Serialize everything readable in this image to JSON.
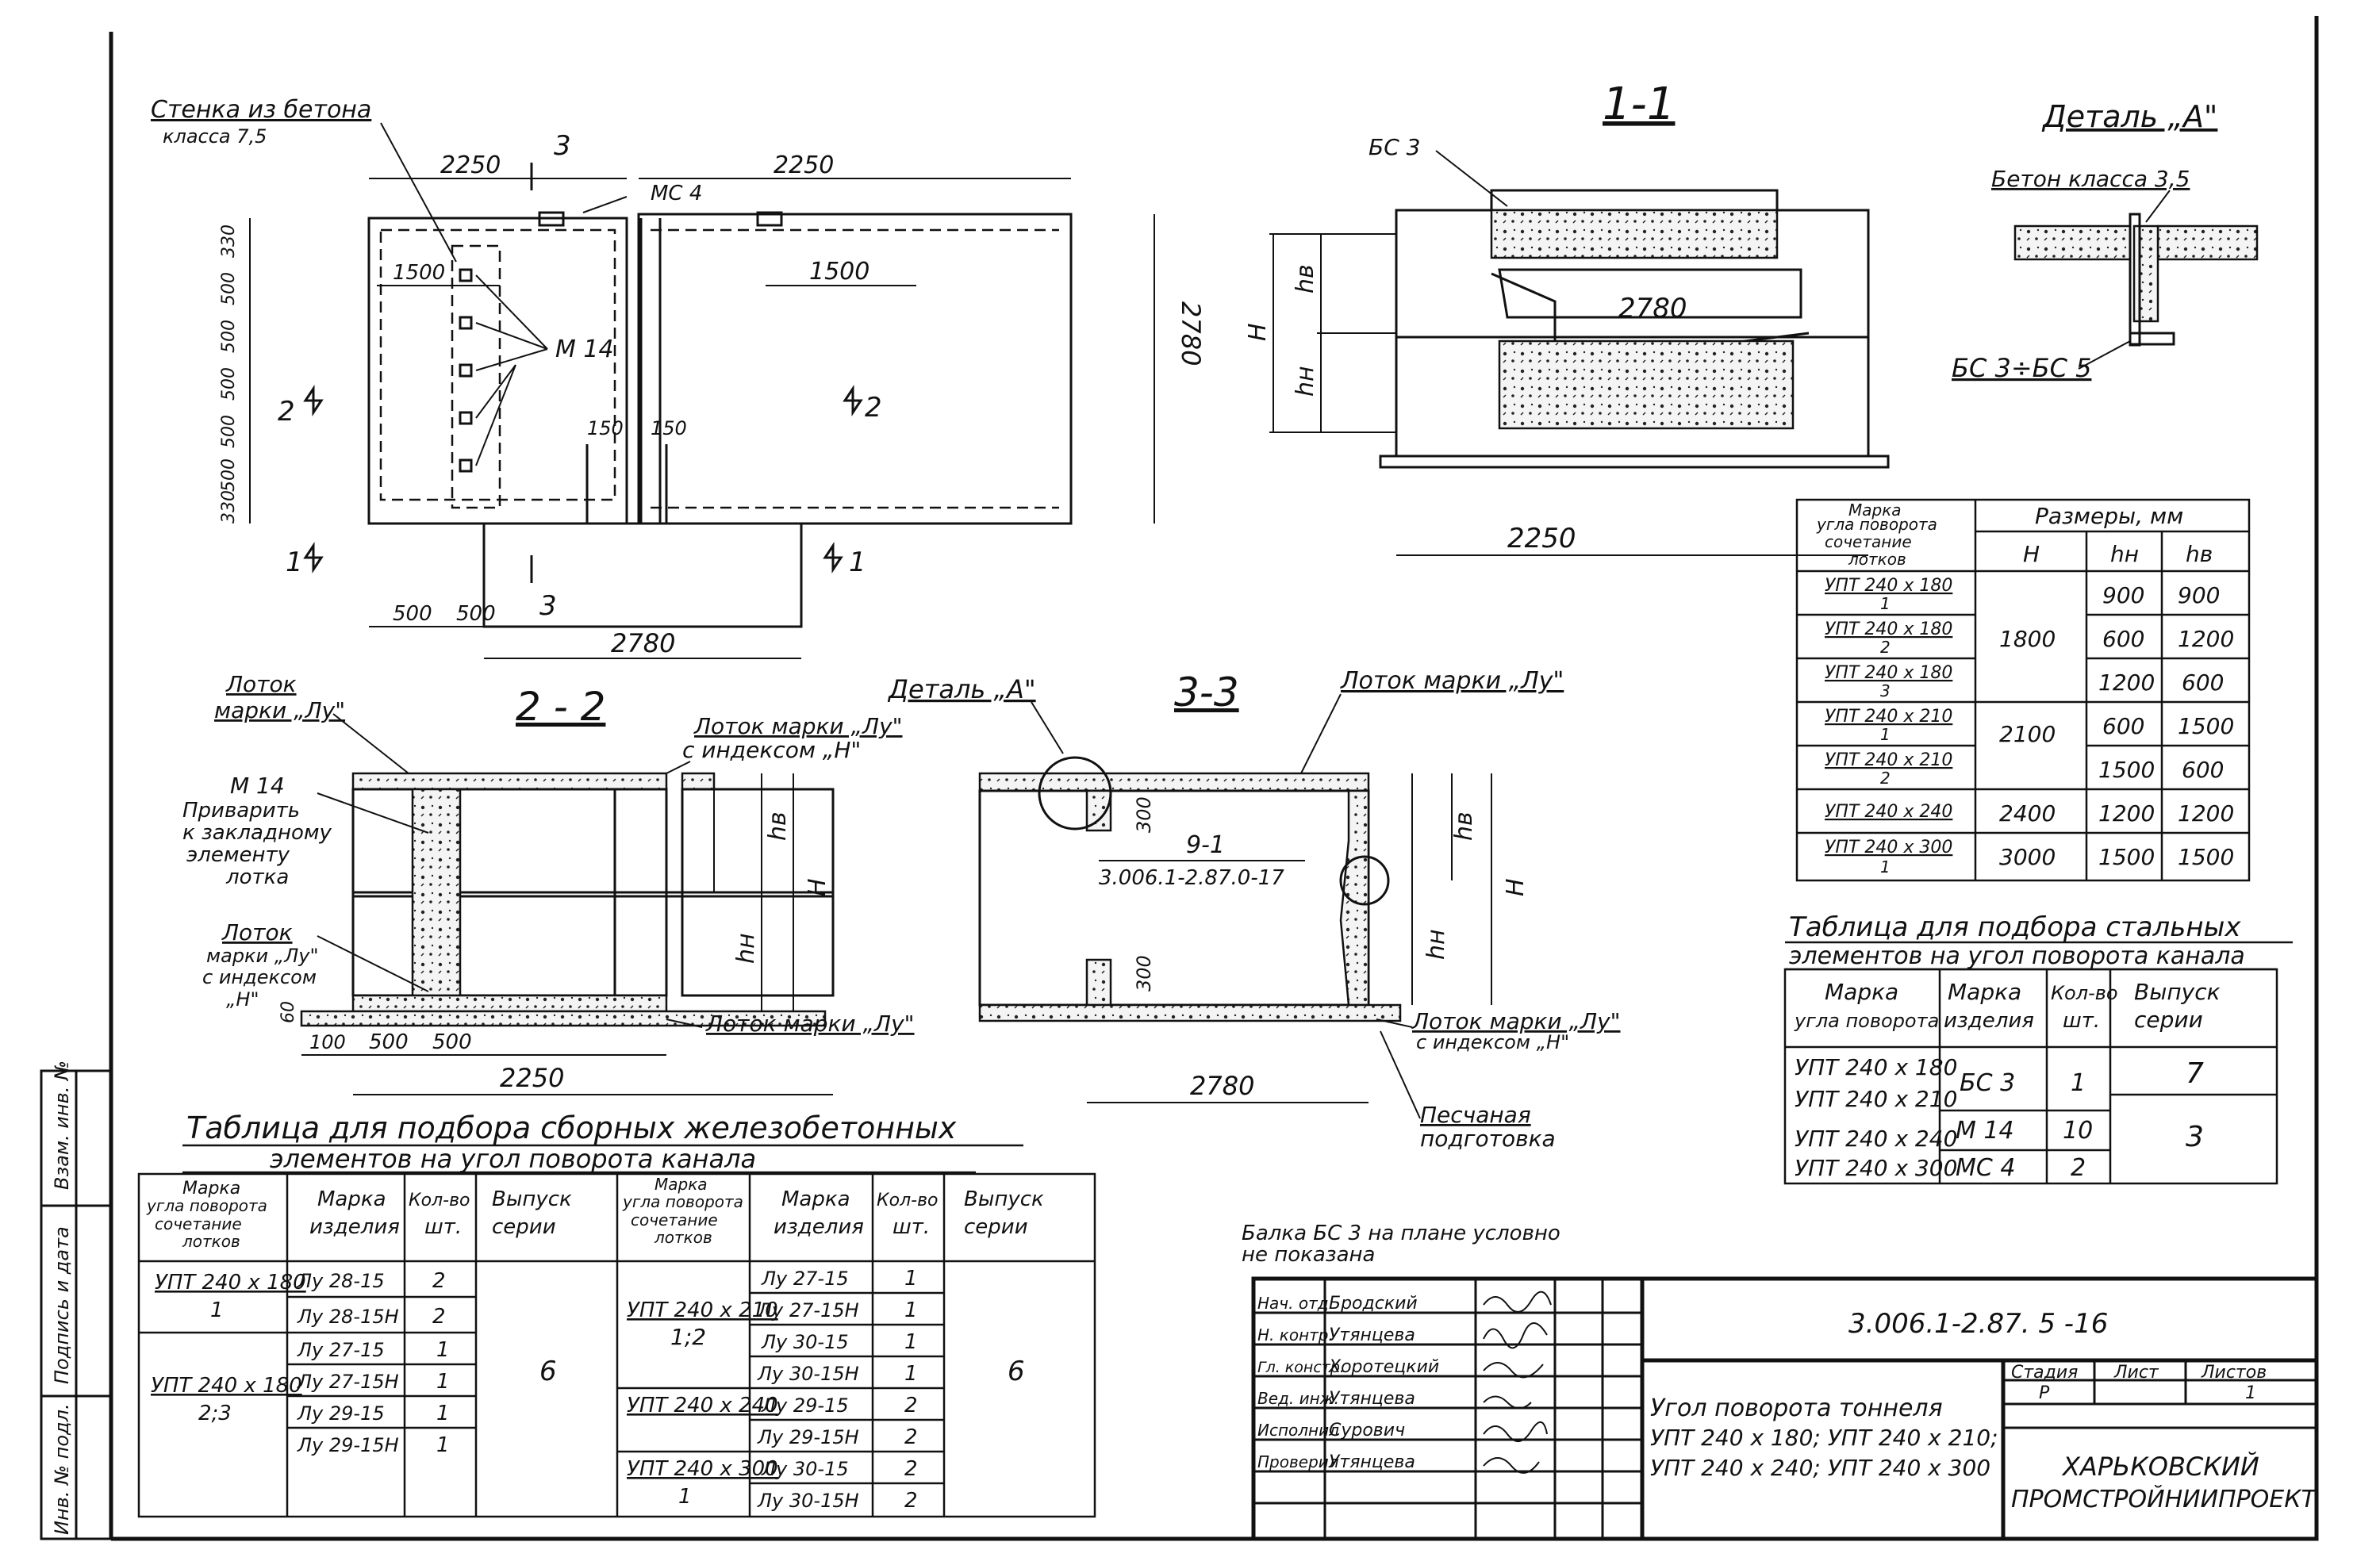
{
  "plan": {
    "wall_label": "Стенка из бетона",
    "wall_class": "класса 7,5",
    "dims": {
      "top_left": "2250",
      "top_right": "2250",
      "mid_left": "1500",
      "mid_right": "1500",
      "height": "2780",
      "gap_left": "150",
      "gap_right": "150",
      "bot_a": "500",
      "bot_b": "500",
      "bottom": "2780",
      "left_stack": [
        "330",
        "500",
        "500",
        "500",
        "500",
        "500",
        "330"
      ]
    },
    "labels": {
      "mc4": "МС 4",
      "m14": "М 14"
    },
    "sections": {
      "s1a": "1",
      "s1b": "1",
      "s2a": "2",
      "s2b": "2",
      "s3a": "3",
      "s3b": "3"
    }
  },
  "section11": {
    "title": "1-1",
    "bc3": "БС 3",
    "inner": "2780",
    "width": "2250",
    "dim_H": "H",
    "dim_hv": "hв",
    "dim_hn": "hн"
  },
  "detailA": {
    "title": "Деталь „А\"",
    "concrete": "Бетон класса 3,5",
    "bc": "БС 3÷БС 5"
  },
  "section22": {
    "title": "2 - 2",
    "lotok1": "Лоток",
    "lotok1b": "марки „Лу\"",
    "lotok_n": "Лоток марки „Лу\"",
    "lotok_n2": "с индексом „Н\"",
    "m14": [
      "М 14",
      "Приварить",
      "к закладному",
      "элементу",
      "лотка"
    ],
    "lotok2": [
      "Лоток",
      "марки „Лу\"",
      "с индексом",
      "„Н\""
    ],
    "lotok_bottom": "Лоток марки „Лу\"",
    "dims": {
      "d100": "100",
      "d500a": "500",
      "d500b": "500",
      "width": "2250",
      "small": "60",
      "hv": "hв",
      "hn": "hн",
      "H": "H"
    }
  },
  "section33": {
    "title": "3-3",
    "detail": "Деталь „А\"",
    "lotok": "Лоток марки „Лу\"",
    "d300a": "300",
    "d300b": "300",
    "ref1": "9-1",
    "ref2": "3.006.1-2.87.0-17",
    "hv": "hв",
    "hn": "hн",
    "H": "H",
    "width": "2780",
    "lotok_n": "Лоток марки „Лу\"",
    "lotok_n2": "с индексом „Н\"",
    "sand": "Песчаная",
    "sand2": "подготовка"
  },
  "note": [
    "Балка БС 3 на плане условно",
    "не показана"
  ],
  "dims_table": {
    "h1": [
      "Марка",
      "угла поворота",
      "сочетание",
      "лотков"
    ],
    "h2": "Размеры, мм",
    "cols": [
      "H",
      "hн",
      "hв"
    ],
    "rows": [
      {
        "mark": "УПТ 240 х 180",
        "sub": "1",
        "H": "1800",
        "hn": "900",
        "hv": "900"
      },
      {
        "mark": "УПТ 240 х 180",
        "sub": "2",
        "H": "",
        "hn": "600",
        "hv": "1200"
      },
      {
        "mark": "УПТ 240 х 180",
        "sub": "3",
        "H": "",
        "hn": "1200",
        "hv": "600"
      },
      {
        "mark": "УПТ 240 х 210",
        "sub": "1",
        "H": "2100",
        "hn": "600",
        "hv": "1500"
      },
      {
        "mark": "УПТ 240 х 210",
        "sub": "2",
        "H": "",
        "hn": "1500",
        "hv": "600"
      },
      {
        "mark": "УПТ 240 х 240",
        "sub": "",
        "H": "2400",
        "hn": "1200",
        "hv": "1200"
      },
      {
        "mark": "УПТ 240 х 300",
        "sub": "1",
        "H": "3000",
        "hn": "1500",
        "hv": "1500"
      }
    ]
  },
  "steel_table": {
    "title": [
      "Таблица для подбора стальных",
      "элементов на угол поворота канала"
    ],
    "headers": [
      [
        "Марка",
        "угла поворота"
      ],
      [
        "Марка",
        "изделия"
      ],
      [
        "Кол-во",
        "шт."
      ],
      [
        "Выпуск",
        "серии"
      ]
    ],
    "marks": [
      "УПТ 240 х 180",
      "УПТ 240 х 210",
      "УПТ 240 х 240",
      "УПТ 240 х 300"
    ],
    "rows": [
      {
        "item": "БС 3",
        "qty": "1",
        "series": "7"
      },
      {
        "item": "М 14",
        "qty": "10",
        "series": "3"
      },
      {
        "item": "МС 4",
        "qty": "2",
        "series": ""
      }
    ]
  },
  "rc_table": {
    "title": [
      "Таблица для подбора сборных железобетонных",
      "элементов на угол поворота канала"
    ],
    "headers": [
      [
        "Марка",
        "угла поворота",
        "сочетание",
        "лотков"
      ],
      [
        "Марка",
        "изделия"
      ],
      [
        "Кол-во",
        "шт."
      ],
      [
        "Выпуск",
        "серии"
      ]
    ],
    "left": [
      {
        "mark": "УПТ 240 х 180",
        "sub": "1",
        "items": [
          [
            "Лу 28-15",
            "2"
          ],
          [
            "Лу 28-15Н",
            "2"
          ]
        ]
      },
      {
        "mark": "УПТ 240 х 180",
        "sub": "2;3",
        "items": [
          [
            "Лу 27-15",
            "1"
          ],
          [
            "Лу 27-15Н",
            "1"
          ],
          [
            "Лу 29-15",
            "1"
          ],
          [
            "Лу 29-15Н",
            "1"
          ]
        ]
      }
    ],
    "left_series": "6",
    "right": [
      {
        "mark": "УПТ 240 х 210",
        "sub": "1;2",
        "items": [
          [
            "Лу 27-15",
            "1"
          ],
          [
            "Лу 27-15Н",
            "1"
          ],
          [
            "Лу 30-15",
            "1"
          ],
          [
            "Лу 30-15Н",
            "1"
          ]
        ]
      },
      {
        "mark": "УПТ 240 х 240",
        "sub": "",
        "items": [
          [
            "Лу 29-15",
            "2"
          ],
          [
            "Лу 29-15Н",
            "2"
          ]
        ]
      },
      {
        "mark": "УПТ 240 х 300",
        "sub": "1",
        "items": [
          [
            "Лу 30-15",
            "2"
          ],
          [
            "Лу 30-15Н",
            "2"
          ]
        ]
      }
    ],
    "right_series": "6"
  },
  "stamp": {
    "code": "3.006.1-2.87. 5 -16",
    "people": [
      [
        "Нач. отд.",
        "Бродский"
      ],
      [
        "Н. контр.",
        "Утянцева"
      ],
      [
        "Гл. констр.",
        "Хоротецкий"
      ],
      [
        "Вед. инж.",
        "Утянцева"
      ],
      [
        "Исполнил",
        "Сурович"
      ],
      [
        "Проверил",
        "Утянцева"
      ]
    ],
    "title": [
      "Угол поворота тоннеля",
      "УПТ 240 х 180;  УПТ 240 х 210;",
      "УПТ 240 х 240;  УПТ 240 х 300"
    ],
    "stage_h": "Стадия",
    "sheet_h": "Лист",
    "sheets_h": "Листов",
    "stage": "Р",
    "sheet": "",
    "sheets": "1",
    "org": [
      "ХАРЬКОВСКИЙ",
      "ПРОМСТРОЙНИИПРОЕКТ"
    ]
  },
  "side": [
    "Взам. инв. №",
    "Подпись и дата",
    "Инв. № подл."
  ]
}
